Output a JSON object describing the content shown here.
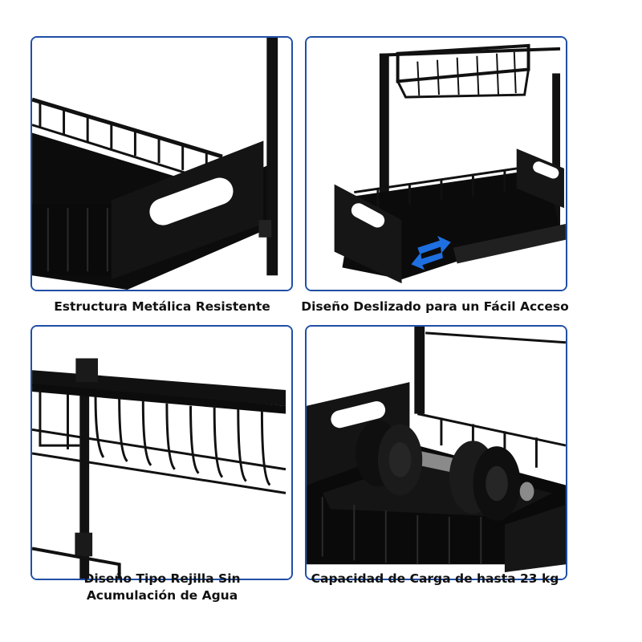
{
  "panels": [
    {
      "caption_line1": "Estructura Metálica Resistente",
      "caption_line2": ""
    },
    {
      "caption_line1": "Diseño Deslizado para un Fácil Acceso",
      "caption_line2": ""
    },
    {
      "caption_line1": "Diseño Tipo Rejilla Sin",
      "caption_line2": "Acumulación de Agua"
    },
    {
      "caption_line1": "Capacidad de Carga de hasta 23 kg",
      "caption_line2": ""
    }
  ],
  "colors": {
    "frame_border": "#1f4fa6",
    "metal": "#111111",
    "arrow": "#1e6fe0",
    "dumbbell_bar": "#8a8a8a"
  }
}
